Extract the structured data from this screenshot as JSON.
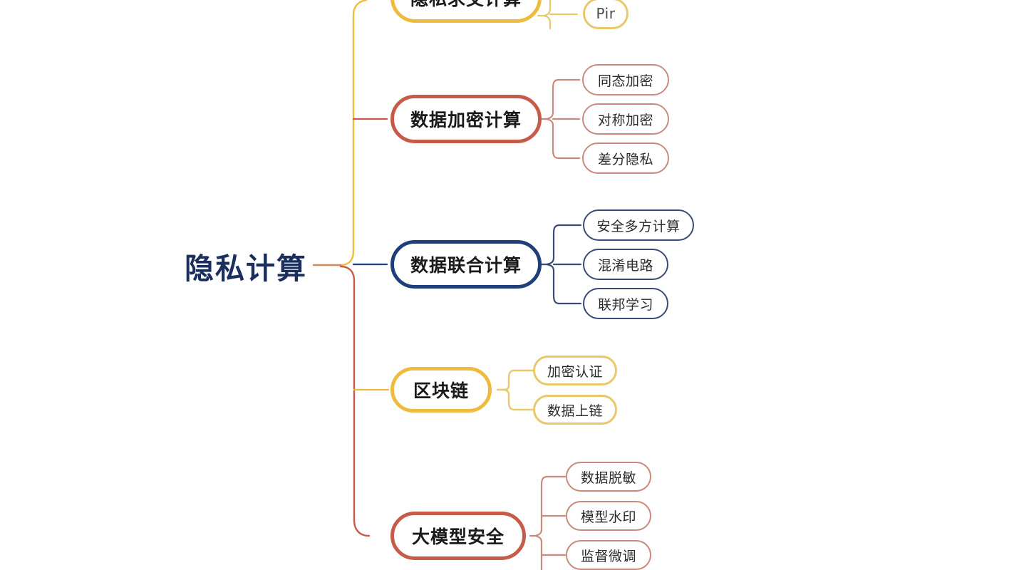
{
  "diagram": {
    "title": "隐私计算",
    "background": "#ffffff",
    "palette": {
      "navy": "#1f3f7a",
      "coral": "#c75b4a",
      "yellow": "#efbb3e",
      "leaf_coral": "#c98a7d",
      "leaf_navy": "#3a4a75",
      "leaf_yellow": "#e8c86a",
      "root_text": "#1b2f5e",
      "node_text": "#1a1a1a",
      "leaf_text": "#2b2b2b"
    }
  },
  "root": {
    "label": "隐私计算",
    "color": "#1b2f5e"
  },
  "branches": [
    {
      "label": "隐私求交计算",
      "color": "#efbb3e",
      "clipped_top": true,
      "children": [
        {
          "label": "Pir",
          "latin": true
        }
      ]
    },
    {
      "label": "数据加密计算",
      "color": "#c75b4a",
      "children": [
        {
          "label": "同态加密"
        },
        {
          "label": "对称加密"
        },
        {
          "label": "差分隐私"
        }
      ]
    },
    {
      "label": "数据联合计算",
      "color": "#1f3f7a",
      "children": [
        {
          "label": "安全多方计算"
        },
        {
          "label": "混淆电路"
        },
        {
          "label": "联邦学习"
        }
      ]
    },
    {
      "label": "区块链",
      "color": "#efbb3e",
      "children": [
        {
          "label": "加密认证"
        },
        {
          "label": "数据上链"
        }
      ]
    },
    {
      "label": "大模型安全",
      "color": "#c75b4a",
      "children": [
        {
          "label": "数据脱敏"
        },
        {
          "label": "模型水印"
        },
        {
          "label": "监督微调",
          "clipped_bottom": true
        }
      ]
    }
  ]
}
